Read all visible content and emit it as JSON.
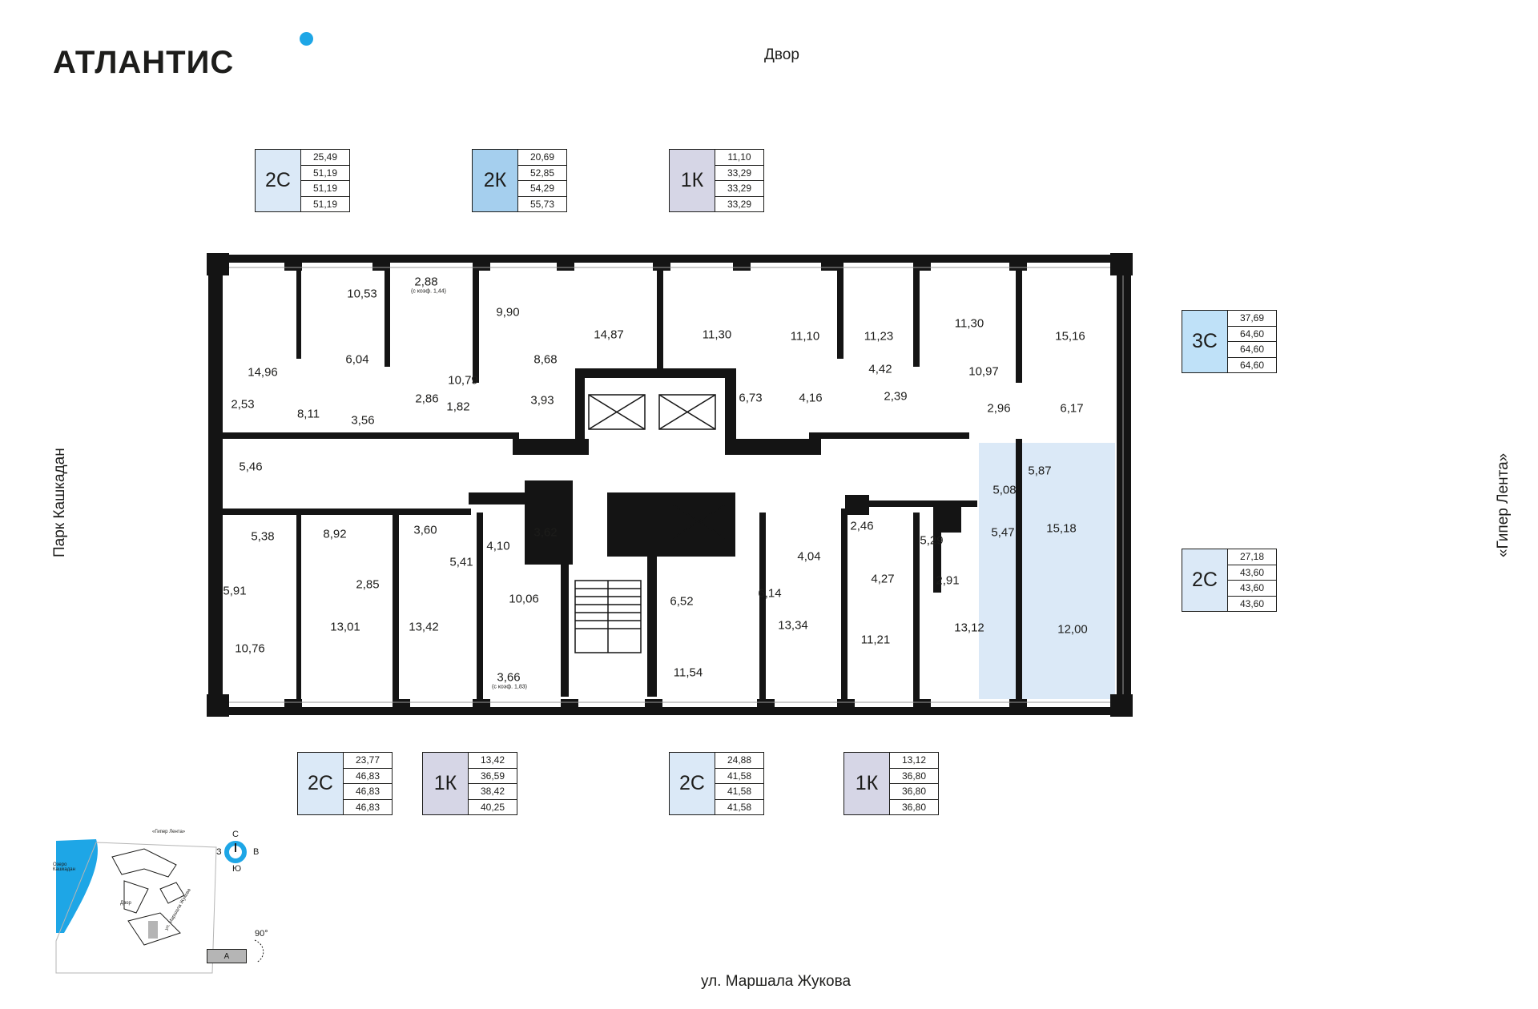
{
  "brand": {
    "logo_text": "АТЛАНТИС",
    "accent_color": "#1ea6e6"
  },
  "orientation": {
    "top": "Двор",
    "bottom": "ул. Маршала Жукова",
    "left": "Парк Кашкадан",
    "right": "«Гипер Лента»"
  },
  "apartments": [
    {
      "code": "2С",
      "values": [
        "25,49",
        "51,19",
        "51,19",
        "51,19"
      ],
      "color": "#dbe9f7"
    },
    {
      "code": "2К",
      "values": [
        "20,69",
        "52,85",
        "54,29",
        "55,73"
      ],
      "color": "#a5cfee"
    },
    {
      "code": "1К",
      "values": [
        "11,10",
        "33,29",
        "33,29",
        "33,29"
      ],
      "color": "#d6d6e6"
    },
    {
      "code": "3С",
      "values": [
        "37,69",
        "64,60",
        "64,60",
        "64,60"
      ],
      "color": "#bfe1f8"
    },
    {
      "code": "2С",
      "values": [
        "27,18",
        "43,60",
        "43,60",
        "43,60"
      ],
      "color": "#dbe9f7"
    },
    {
      "code": "2С",
      "values": [
        "23,77",
        "46,83",
        "46,83",
        "46,83"
      ],
      "color": "#dbe9f7"
    },
    {
      "code": "1К",
      "values": [
        "13,42",
        "36,59",
        "38,42",
        "40,25"
      ],
      "color": "#d6d6e6"
    },
    {
      "code": "2С",
      "values": [
        "24,88",
        "41,58",
        "41,58",
        "41,58"
      ],
      "color": "#dbe9f7"
    },
    {
      "code": "1К",
      "values": [
        "13,12",
        "36,80",
        "36,80",
        "36,80"
      ],
      "color": "#d6d6e6"
    }
  ],
  "rooms": [
    "10,53",
    "2,88",
    "9,90",
    "14,87",
    "11,30",
    "11,10",
    "11,23",
    "11,30",
    "15,16",
    "6,04",
    "14,96",
    "10,79",
    "8,68",
    "8,11",
    "3,56",
    "2,86",
    "1,82",
    "3,93",
    "6,73",
    "4,16",
    "4,42",
    "2,39",
    "10,97",
    "2,96",
    "6,17",
    "2,53",
    "5,46",
    "5,87",
    "5,08",
    "15,18",
    "5,47",
    "5,38",
    "8,92",
    "3,60",
    "4,10",
    "3,62",
    "2,46",
    "5,29",
    "4,04",
    "5,41",
    "2,85",
    "4,27",
    "2,91",
    "5,91",
    "13,01",
    "13,42",
    "10,06",
    "6,52",
    "6,14",
    "13,34",
    "11,21",
    "13,12",
    "12,00",
    "10,76",
    "3,66",
    "11,54"
  ],
  "room_notes": [
    "(с коэф. 1,44)",
    "(с коэф. 1,83)"
  ],
  "minimap": {
    "lake_label": "Озеро Кашкадан",
    "road_label": "ул. Маршала Жукова",
    "store_label": "«Гипер Лента»",
    "yard_label": "Двор",
    "compass": {
      "n": "С",
      "s": "Ю",
      "w": "З",
      "e": "В"
    },
    "rotation": "90°",
    "section": "А"
  }
}
